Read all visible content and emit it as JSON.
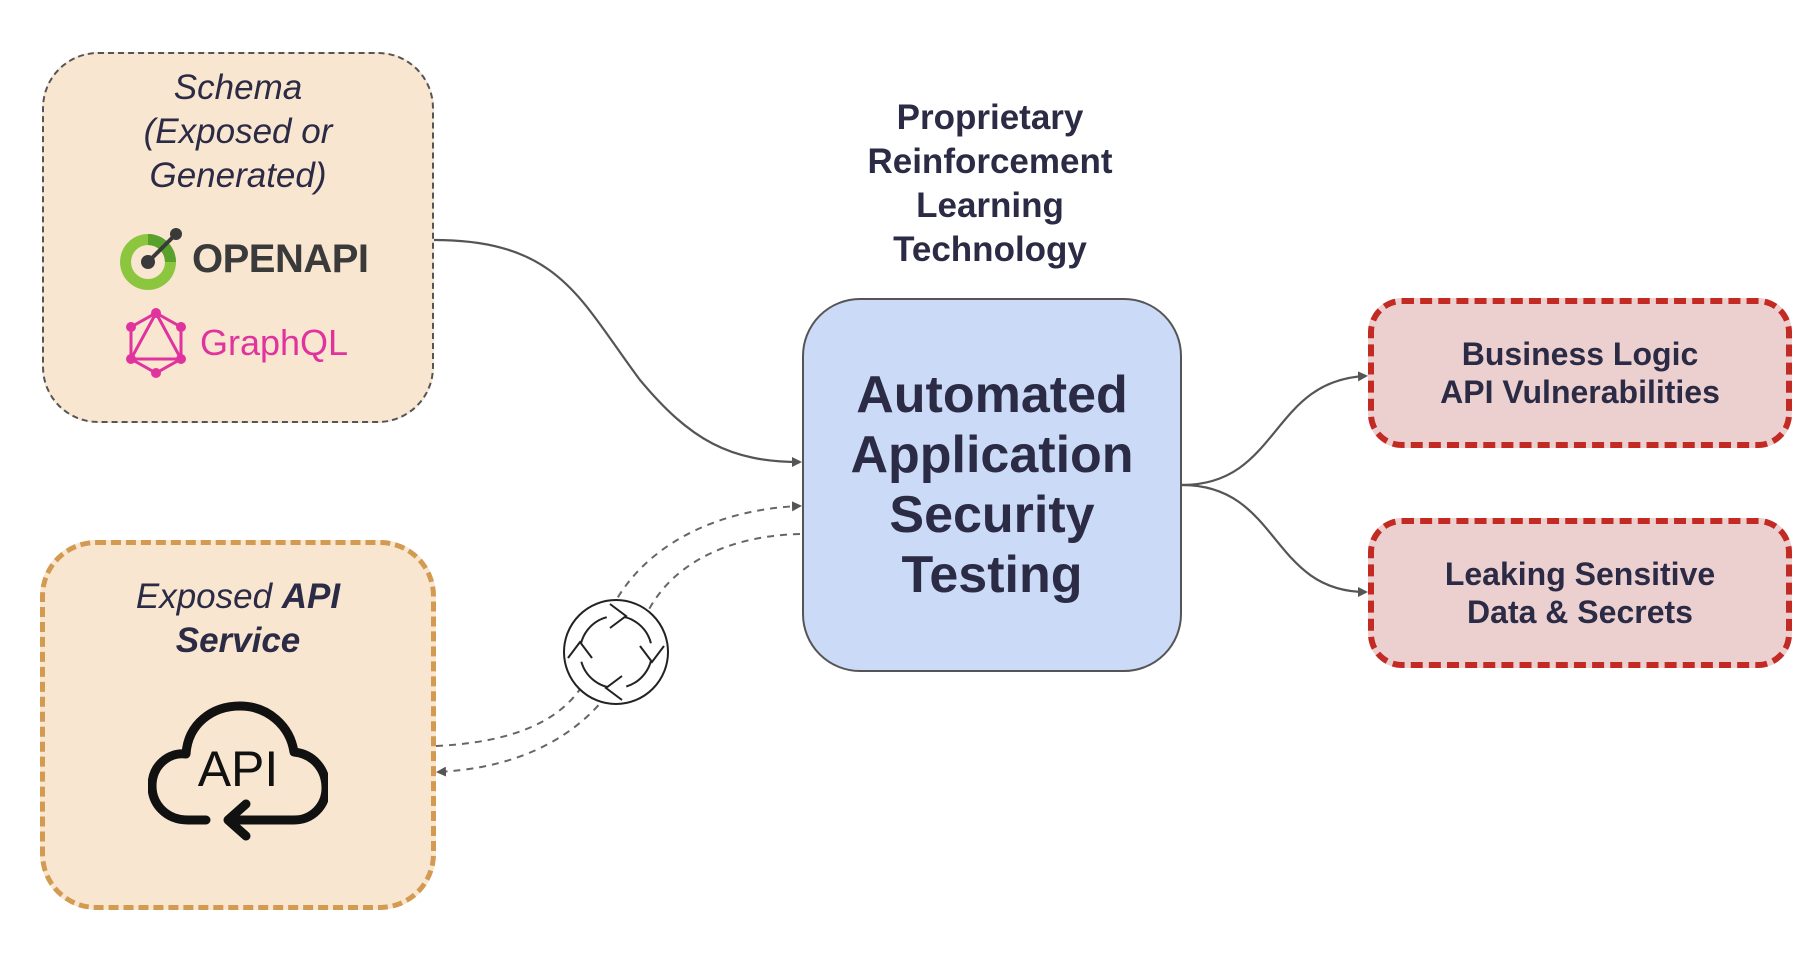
{
  "schema": {
    "title_lines": [
      "Schema",
      "(Exposed or",
      "Generated)"
    ],
    "openapi_label": "OPENAPI",
    "graphql_label": "GraphQL"
  },
  "api_service": {
    "title_italic": "Exposed ",
    "title_bold": "API",
    "title_bold_line2": "Service",
    "cloud_label": "API"
  },
  "rl_label": {
    "lines": [
      "Proprietary",
      "Reinforcement",
      "Learning",
      "Technology"
    ]
  },
  "core": {
    "lines": [
      "Automated",
      "Application",
      "Security",
      "Testing"
    ]
  },
  "outputs": [
    {
      "lines": [
        "Business Logic",
        "API Vulnerabilities"
      ]
    },
    {
      "lines": [
        "Leaking Sensitive",
        "Data & Secrets"
      ]
    }
  ],
  "icons": {
    "openapi": "openapi-logo-icon",
    "graphql": "graphql-logo-icon",
    "cloud": "cloud-return-icon",
    "cycle": "refresh-cycle-icon"
  },
  "colors": {
    "schema_fill": "#f8e6d0",
    "api_border": "#d39a52",
    "core_fill": "#cbdaf6",
    "output_fill": "#ecd0d0",
    "output_border": "#c42a24",
    "graphql_pink": "#e0339d",
    "openapi_green": "#8cc63f"
  }
}
